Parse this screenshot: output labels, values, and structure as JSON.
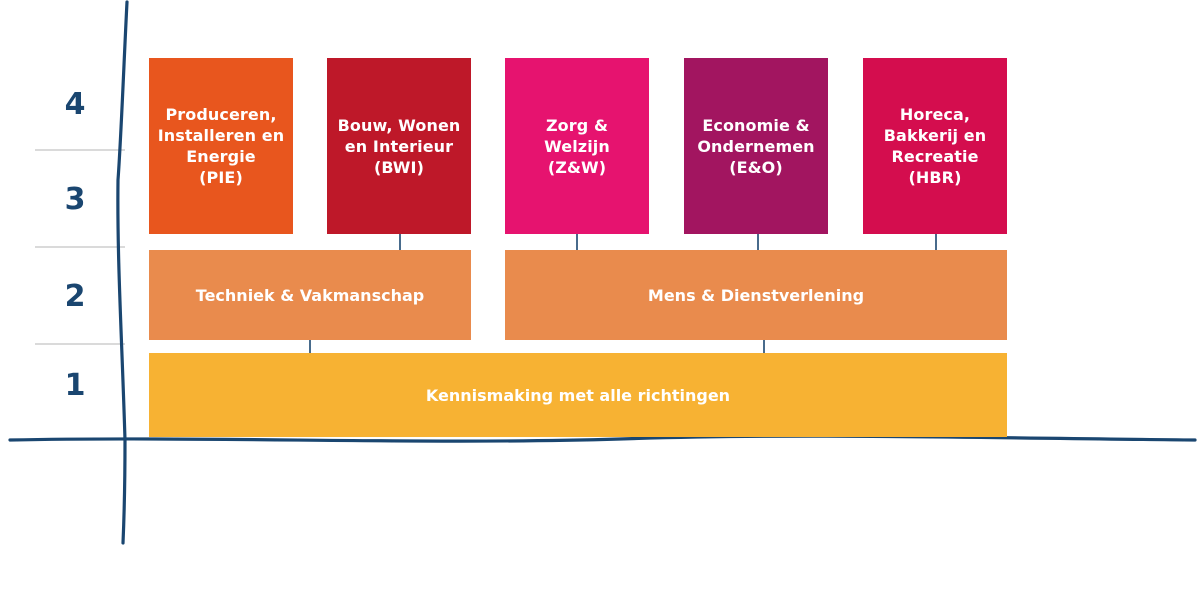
{
  "colors": {
    "axis": "#1a4670",
    "pie": "#e8561e",
    "bwi": "#be1829",
    "zw": "#e6136f",
    "eo": "#a21560",
    "hbr": "#d40d4e",
    "track": "#e98b4d",
    "base": "#f7b233"
  },
  "years": [
    "1",
    "2",
    "3",
    "4"
  ],
  "profiles": [
    {
      "label": "Produceren,\nInstalleren en\nEnergie\n(PIE)",
      "color": "#e8561e"
    },
    {
      "label": "Bouw, Wonen\nen Interieur\n(BWI)",
      "color": "#be1829"
    },
    {
      "label": "Zorg &\nWelzijn\n(Z&W)",
      "color": "#e6136f"
    },
    {
      "label": "Economie &\nOndernemen\n(E&O)",
      "color": "#a21560"
    },
    {
      "label": "Horeca,\nBakkerij en\nRecreatie\n(HBR)",
      "color": "#d40d4e"
    }
  ],
  "tracks": [
    {
      "label": "Techniek & Vakmanschap"
    },
    {
      "label": "Mens & Dienstverlening"
    }
  ],
  "base": {
    "label": "Kennismaking met alle richtingen"
  }
}
